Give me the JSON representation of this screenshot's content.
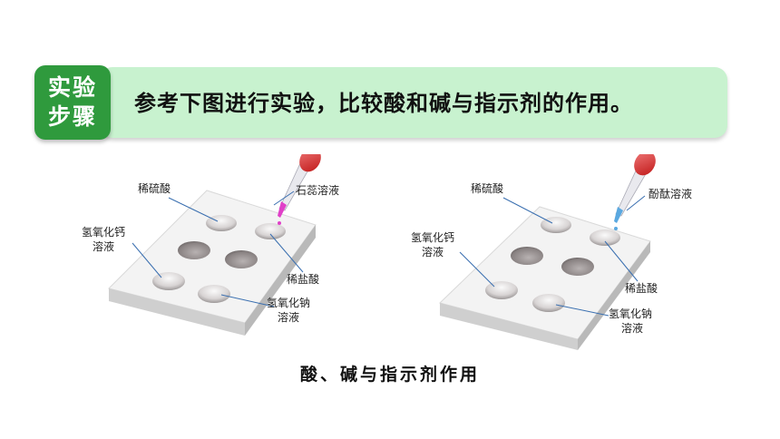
{
  "banner": {
    "badge_line1": "实验",
    "badge_line2": "步骤",
    "instruction": "参考下图进行实验，比较酸和碱与指示剂的作用。"
  },
  "left_plate": {
    "label_top": "稀硫酸",
    "label_left_1": "氢氧化钙",
    "label_left_2": "溶液",
    "label_indicator": "石蕊溶液",
    "label_right": "稀盐酸",
    "label_bottom_1": "氢氧化钠",
    "label_bottom_2": "溶液",
    "indicator_color": "#e040c8"
  },
  "right_plate": {
    "label_top": "稀硫酸",
    "label_left_1": "氢氧化钙",
    "label_left_2": "溶液",
    "label_indicator": "酚酞溶液",
    "label_right": "稀盐酸",
    "label_bottom_1": "氢氧化钠",
    "label_bottom_2": "溶液",
    "indicator_color": "#5aa8e0"
  },
  "caption": "酸、碱与指示剂作用"
}
